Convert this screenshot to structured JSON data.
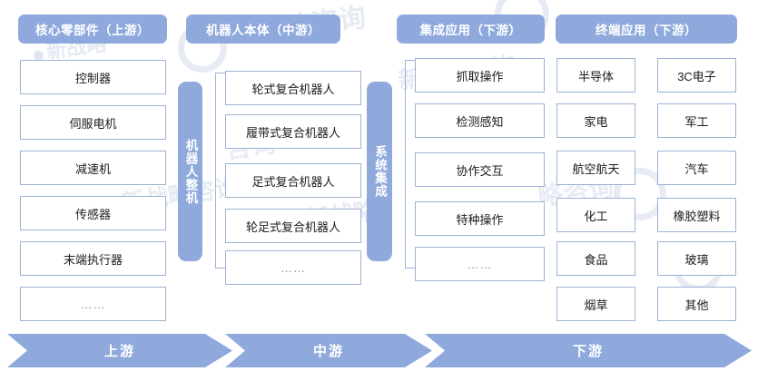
{
  "diagram": {
    "title_visible": false,
    "accent_color": "#8fa9dc",
    "box_border_color": "#9db2d4",
    "columns": [
      {
        "id": "upstream-core-parts",
        "header": "核心零部件（上游）",
        "items": [
          "控制器",
          "伺服电机",
          "减速机",
          "传感器",
          "末端执行器",
          "……"
        ]
      },
      {
        "id": "midstream-robot-body",
        "header": "机器人本体（中游）",
        "group_label": "机器人整机",
        "items": [
          "轮式复合机器人",
          "履带式复合机器人",
          "足式复合机器人",
          "轮足式复合机器人",
          "……"
        ]
      },
      {
        "id": "downstream-integrated-application",
        "header": "集成应用（下游）",
        "group_label": "系统集成",
        "items": [
          "抓取操作",
          "检测感知",
          "协作交互",
          "特种操作",
          "……"
        ]
      },
      {
        "id": "downstream-terminal-application",
        "header": "终端应用（下游）",
        "items_col1": [
          "半导体",
          "家电",
          "航空航天",
          "化工",
          "食品",
          "烟草"
        ],
        "items_col2": [
          "3C电子",
          "军工",
          "汽车",
          "橡胶塑料",
          "玻璃",
          "其他"
        ]
      }
    ],
    "flow_arrows": [
      {
        "label": "上游"
      },
      {
        "label": "中游"
      },
      {
        "label": "下游"
      }
    ],
    "watermarks": [
      "新",
      "战略咨询",
      "咨询"
    ]
  }
}
